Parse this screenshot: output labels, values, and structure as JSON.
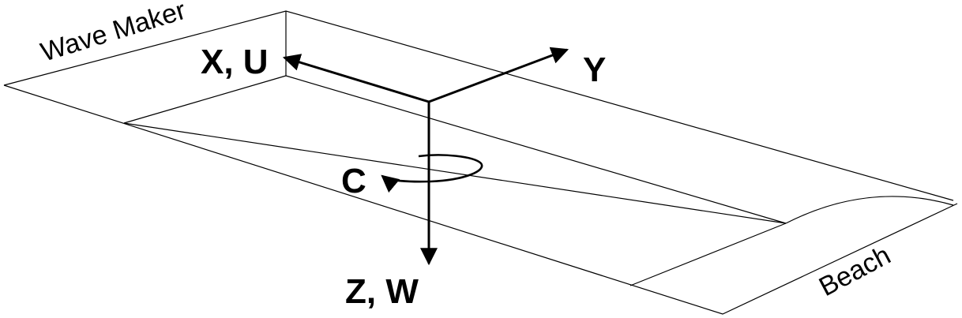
{
  "labels": {
    "wave_maker": "Wave Maker",
    "beach": "Beach",
    "x_axis": "X, U",
    "y_axis": "Y",
    "z_axis": "Z, W",
    "rotation": "C"
  }
}
